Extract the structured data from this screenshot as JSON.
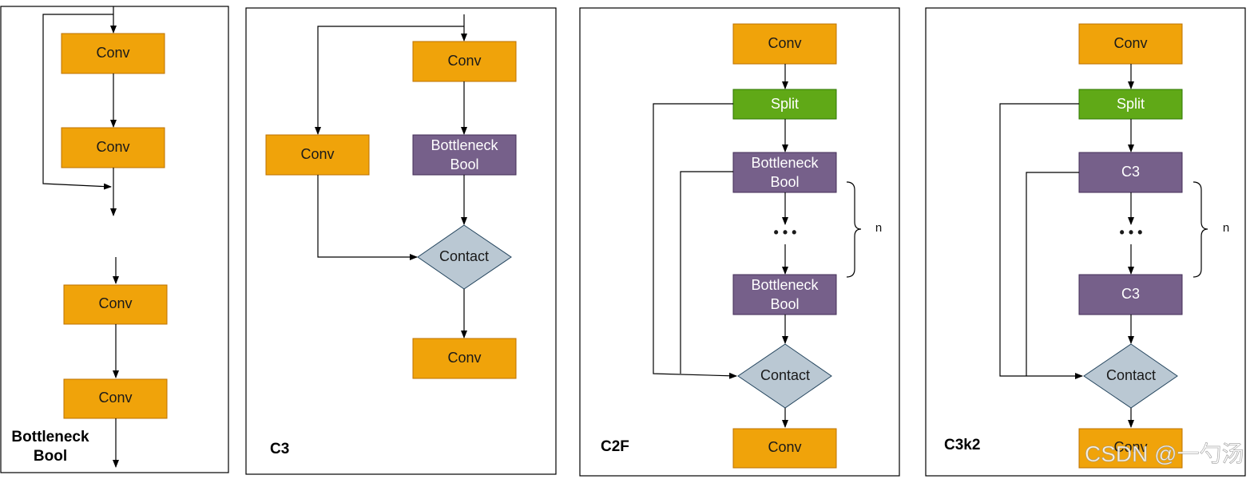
{
  "colors": {
    "conv": "#F0A30A",
    "conv_border": "#BD7000",
    "split": "#60A917",
    "split_border": "#2D7600",
    "bottleneck": "#76608A",
    "bottleneck_border": "#432D57",
    "contact": "#BAC8D3",
    "contact_border": "#23445D"
  },
  "labels": {
    "conv": "Conv",
    "split": "Split",
    "bottleneck_line1": "Bottleneck",
    "bottleneck_line2": "Bool",
    "contact": "Contact",
    "c3": "C3",
    "dots": "• • •",
    "n": "n"
  },
  "panels": [
    {
      "id": "bottleneck-bool",
      "title_line1": "Bottleneck",
      "title_line2": "Bool"
    },
    {
      "id": "c3",
      "title": "C3"
    },
    {
      "id": "c2f",
      "title": "C2F"
    },
    {
      "id": "c3k2",
      "title": "C3k2"
    }
  ],
  "watermark": "CSDN @一勺汤"
}
